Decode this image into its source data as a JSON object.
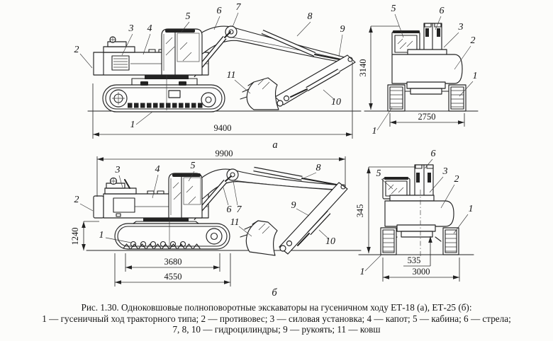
{
  "colors": {
    "ink": "#222222",
    "paper": "#fcfcfa"
  },
  "callouts": {
    "n1": "1",
    "n2": "2",
    "n3": "3",
    "n4": "4",
    "n5": "5",
    "n6": "6",
    "n7": "7",
    "n8": "8",
    "n9": "9",
    "n10": "10",
    "n11": "11"
  },
  "views": {
    "a_side": {
      "label": "а",
      "overall_length": "9400"
    },
    "a_rear": {
      "overall_height": "3140",
      "track_width": "2750"
    },
    "b_side": {
      "label": "б",
      "overall_length": "9900",
      "undercarriage_height": "1240",
      "roller_base": "3680",
      "track_length": "4550"
    },
    "b_rear": {
      "body_height": "345",
      "center_offset": "535",
      "track_width": "3000"
    }
  },
  "caption": {
    "title": "Рис. 1.30. Одноковшовые полноповоротные экскаваторы на гусеничном ходу ЕТ-18 (а), ЕТ-25 (б):",
    "legend_line1": "1 — гусеничный ход тракторного типа; 2 — противовес; 3 — силовая установка; 4 — капот; 5 — кабина; 6 — стрела;",
    "legend_line2": "7, 8, 10 — гидроцилиндры; 9 — рукоять; 11 — ковш"
  }
}
